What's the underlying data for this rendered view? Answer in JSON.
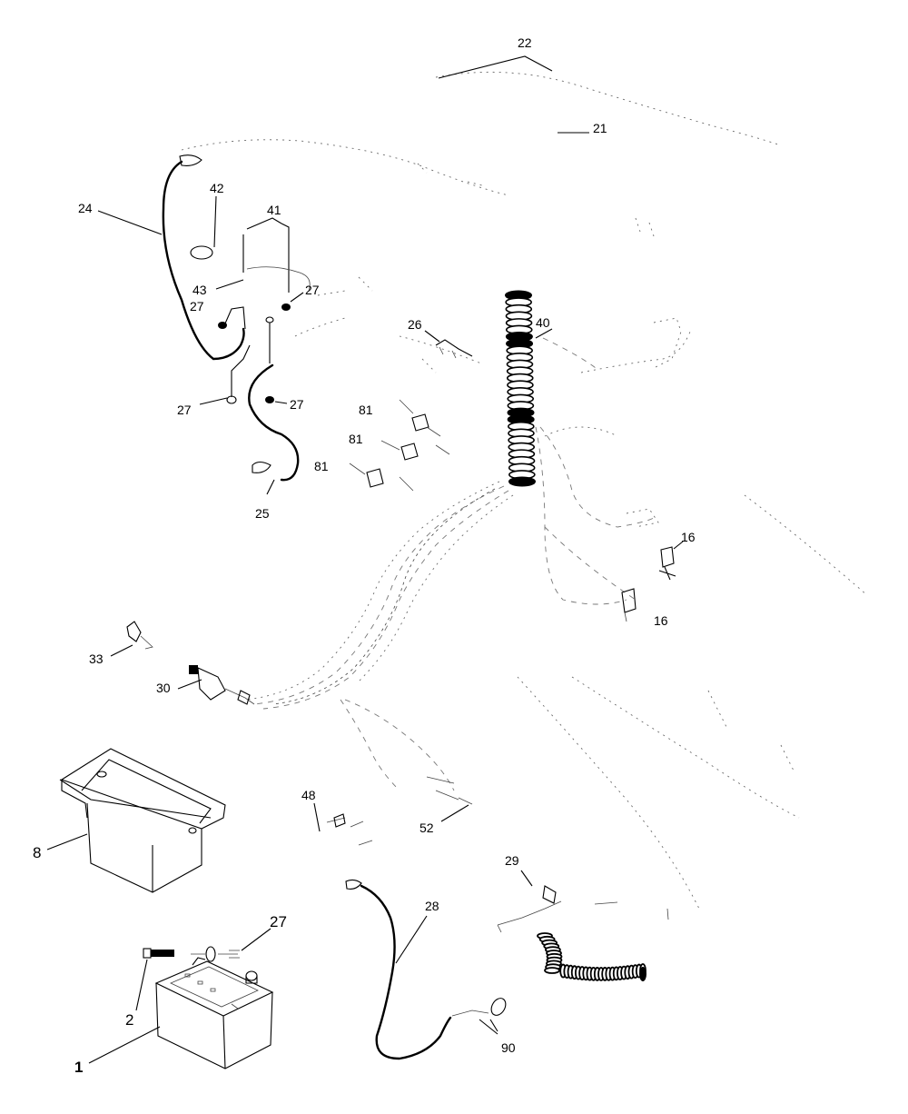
{
  "callouts": {
    "c1": "1",
    "c2": "2",
    "c8": "8",
    "c16a": "16",
    "c16b": "16",
    "c21": "21",
    "c22": "22",
    "c24": "24",
    "c25": "25",
    "c26": "26",
    "c27a": "27",
    "c27b": "27",
    "c27c": "27",
    "c27d": "27",
    "c27e": "27",
    "c28": "28",
    "c29": "29",
    "c30": "30",
    "c33": "33",
    "c40": "40",
    "c41": "41",
    "c42": "42",
    "c43": "43",
    "c48": "48",
    "c52": "52",
    "c81a": "81",
    "c81b": "81",
    "c81c": "81",
    "c90": "90"
  },
  "colors": {
    "ink": "#000000",
    "background": "#ffffff"
  }
}
